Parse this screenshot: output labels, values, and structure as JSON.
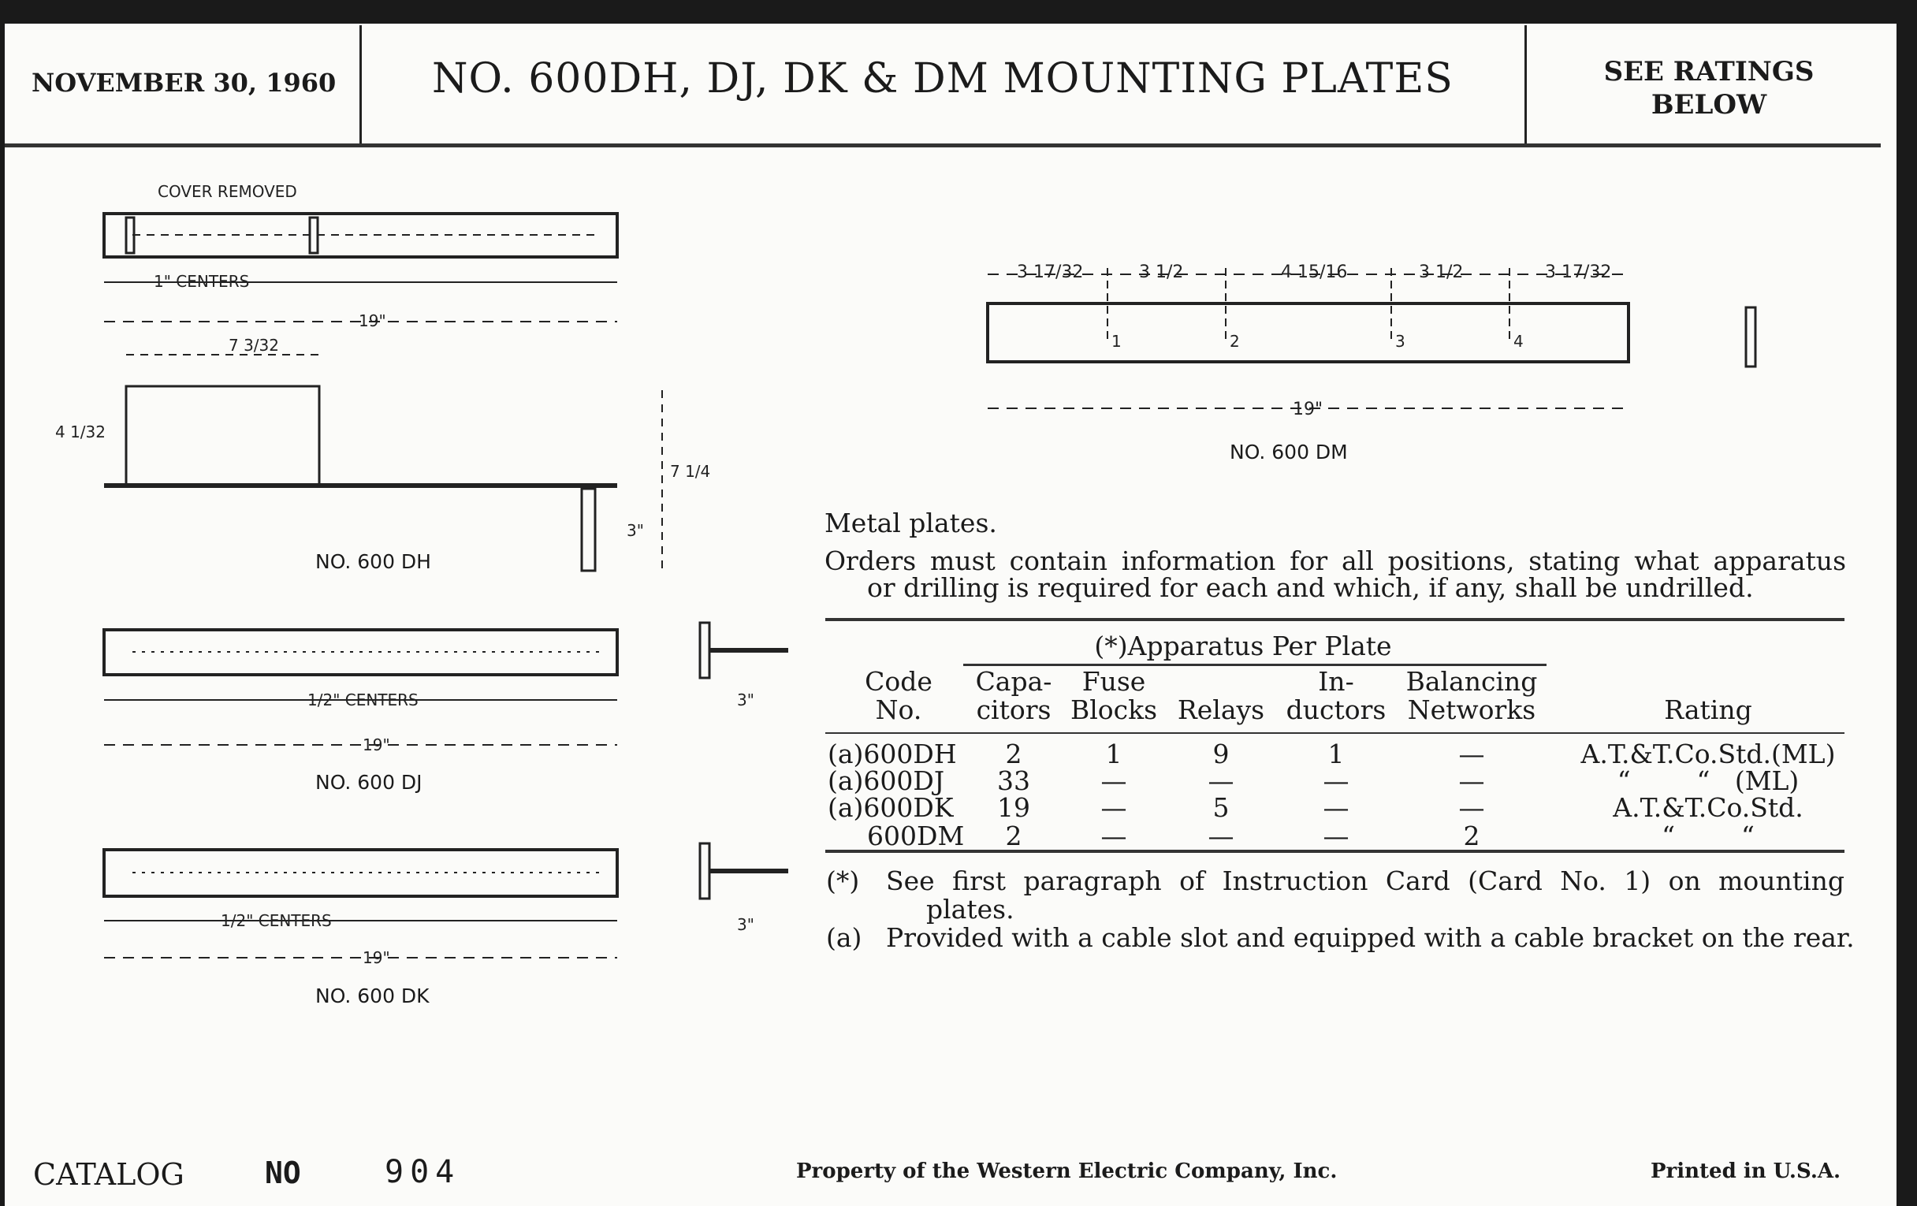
{
  "header": {
    "date": "NOVEMBER 30, 1960",
    "title": "NO. 600DH, DJ, DK & DM MOUNTING PLATES",
    "ratings_line1": "SEE RATINGS",
    "ratings_line2": "BELOW"
  },
  "drawings": {
    "dh": {
      "caption": "NO. 600 DH",
      "note": "COVER REMOVED",
      "centers": "1\" CENTERS",
      "length": "19\"",
      "height": "4 1/32",
      "width_top": "7 3/32",
      "depth": "7 1/4",
      "bracket": "3\""
    },
    "dj": {
      "caption": "NO. 600 DJ",
      "centers": "1/2\" CENTERS",
      "length": "19\"",
      "bracket": "3\""
    },
    "dk": {
      "caption": "NO. 600 DK",
      "centers": "1/2\" CENTERS",
      "length": "19\"",
      "bracket": "3\""
    },
    "dm": {
      "caption": "NO. 600 DM",
      "length": "19\"",
      "spacings": [
        "3 17/32",
        "3 1/2",
        "4 15/16",
        "3 1/2",
        "3 17/32"
      ],
      "positions": [
        "1",
        "2",
        "3",
        "4"
      ]
    }
  },
  "text": {
    "metal": "Metal plates.",
    "orders_1": "Orders must contain information for all positions, stating what apparatus",
    "orders_2": "or drilling is required for each and which, if any, shall be undrilled."
  },
  "table": {
    "group_header": "(*)Apparatus Per Plate",
    "columns": [
      {
        "l1": "Code",
        "l2": "No."
      },
      {
        "l1": "Capa-",
        "l2": "citors"
      },
      {
        "l1": "Fuse",
        "l2": "Blocks"
      },
      {
        "l1": "",
        "l2": "Relays"
      },
      {
        "l1": "In-",
        "l2": "ductors"
      },
      {
        "l1": "Balancing",
        "l2": "Networks"
      },
      {
        "l1": "",
        "l2": "Rating"
      }
    ],
    "rows": [
      {
        "code": "(a)600DH",
        "cap": "2",
        "fuse": "1",
        "relays": "9",
        "ind": "1",
        "bal": "—",
        "rating": "A.T.&T.Co.Std.(ML)"
      },
      {
        "code": "(a)600DJ",
        "cap": "33",
        "fuse": "—",
        "relays": "—",
        "ind": "—",
        "bal": "—",
        "rating": "“        “   (ML)"
      },
      {
        "code": "(a)600DK",
        "cap": "19",
        "fuse": "—",
        "relays": "5",
        "ind": "—",
        "bal": "—",
        "rating": "A.T.&T.Co.Std."
      },
      {
        "code": "600DM",
        "cap": "2",
        "fuse": "—",
        "relays": "—",
        "ind": "—",
        "bal": "2",
        "rating": "“        “"
      }
    ]
  },
  "notes": {
    "star_mark": "(*)",
    "star_1": "See first paragraph of Instruction Card (Card No. 1) on mounting",
    "star_2": "plates.",
    "a_mark": "(a)",
    "a_text": "Provided with a cable slot and equipped with a cable bracket on the rear."
  },
  "footer": {
    "catalog": "CATALOG",
    "no": "NO",
    "number": "904",
    "property": "Property of the Western Electric Company, Inc.",
    "printed": "Printed in U.S.A."
  }
}
